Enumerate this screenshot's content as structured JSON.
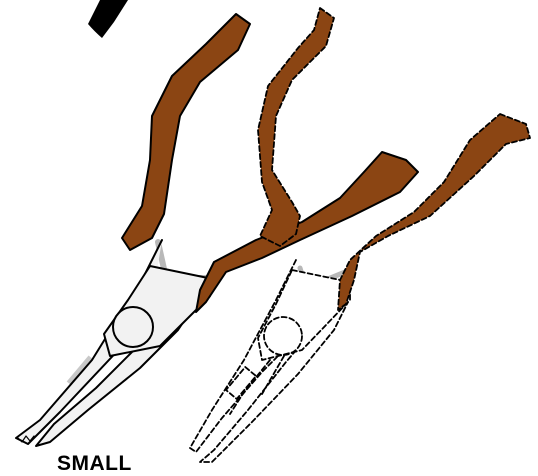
{
  "caption": "SMALL",
  "colors": {
    "handle": "#8B4513",
    "metal": "#f2f2f2",
    "spring": "#b8b8b8",
    "outline": "#000000",
    "corner_mark": "#000000"
  },
  "figures": [
    {
      "name": "pliers-solid",
      "style": "solid outline"
    },
    {
      "name": "pliers-ghost",
      "style": "dashed outline"
    }
  ]
}
